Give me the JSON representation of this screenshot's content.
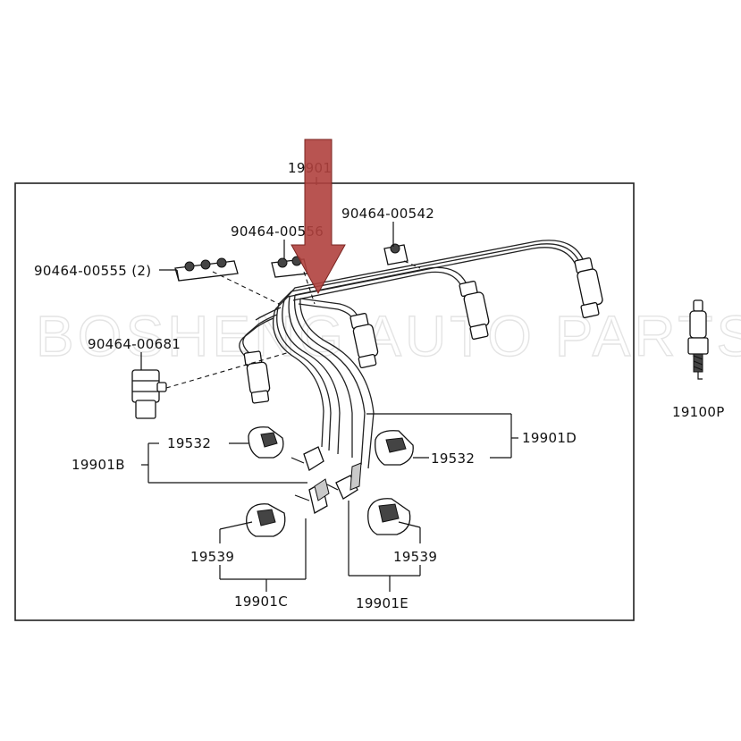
{
  "diagram": {
    "labels": {
      "main_assembly": "19901",
      "clamp_upper_right": "90464-00542",
      "clamp_upper_center": "90464-00556",
      "clamp_left": "90464-00555 (2)",
      "clamp_bracket": "90464-00681",
      "wire_b": "19901B",
      "wire_c": "19901C",
      "wire_d": "19901D",
      "wire_e": "19901E",
      "boot_left": "19532",
      "boot_right": "19532",
      "cap_left": "19539",
      "cap_right": "19539",
      "spark_plug": "19100P"
    },
    "watermark": {
      "line1": "BOSHENG AUTO PARTS"
    },
    "colors": {
      "arrow": "#b0413e",
      "line": "#111111",
      "frame": "#222222"
    }
  }
}
